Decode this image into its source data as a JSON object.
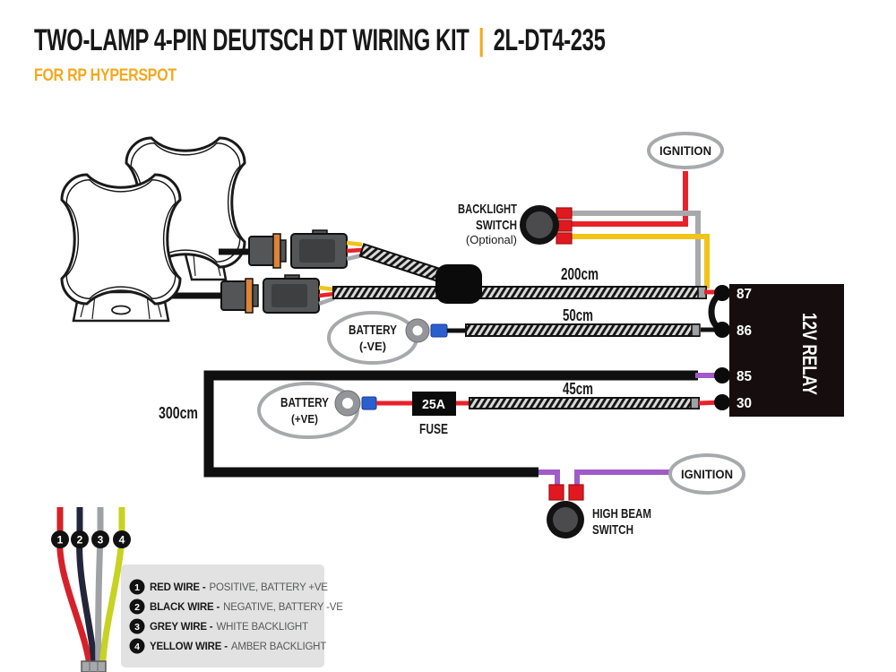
{
  "header": {
    "title": "TWO-LAMP 4-PIN DEUTSCH DT WIRING KIT",
    "divider": "|",
    "sku": "2L-DT4-235",
    "subtitle": "FOR RP HYPERSPOT"
  },
  "labels": {
    "ignition_top": "IGNITION",
    "ignition_bottom": "IGNITION",
    "backlight_switch_line1": "BACKLIGHT",
    "backlight_switch_line2": "SWITCH",
    "backlight_switch_line3": "(Optional)",
    "battery_negative_line1": "BATTERY",
    "battery_negative_line2": "(-VE)",
    "battery_positive_line1": "BATTERY",
    "battery_positive_line2": "(+VE)",
    "fuse_rating": "25A",
    "fuse_label": "FUSE",
    "high_beam_line1": "HIGH BEAM",
    "high_beam_line2": "SWITCH",
    "relay_label": "12V RELAY",
    "relay_pin_87": "87",
    "relay_pin_86": "86",
    "relay_pin_85": "85",
    "relay_pin_30": "30",
    "length_200": "200cm",
    "length_50": "50cm",
    "length_45": "45cm",
    "length_300": "300cm"
  },
  "legend": {
    "items": [
      {
        "num": "1",
        "label": "RED WIRE -",
        "desc": "POSITIVE, BATTERY +VE"
      },
      {
        "num": "2",
        "label": "BLACK WIRE -",
        "desc": "NEGATIVE, BATTERY -VE"
      },
      {
        "num": "3",
        "label": "GREY WIRE -",
        "desc": "WHITE BACKLIGHT"
      },
      {
        "num": "4",
        "label": "YELLOW WIRE -",
        "desc": "AMBER BACKLIGHT"
      }
    ]
  },
  "colors": {
    "accent_orange": "#F5A81E",
    "wire_red": "#E8222A",
    "wire_yellow": "#F2C318",
    "wire_grey": "#A7A9AC",
    "wire_purple": "#A05BC8",
    "wire_black": "#111111",
    "legend_wire_navy": "#23253B",
    "legend_wire_chartreuse": "#C7D221",
    "connector_blue": "#2B5FCE",
    "connector_seal_orange": "#DD8439",
    "relay_body": "#150D0E",
    "legend_panel": "#E2E2E2"
  }
}
